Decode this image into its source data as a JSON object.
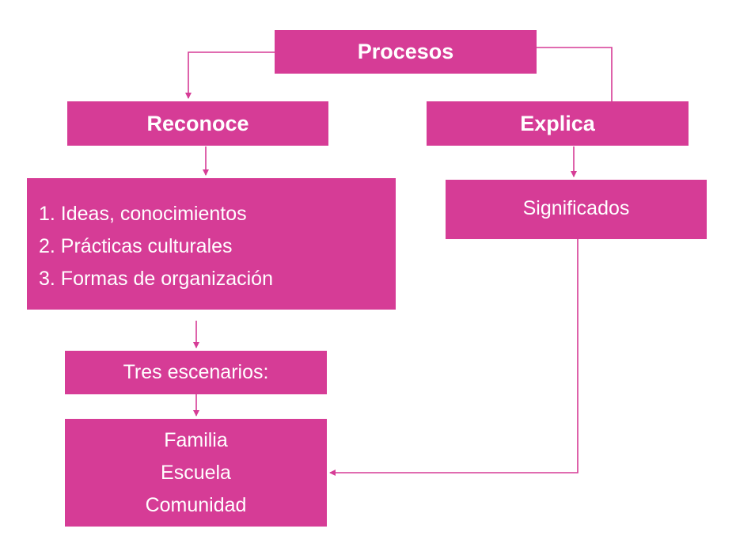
{
  "diagram": {
    "root": {
      "label": "Procesos"
    },
    "left_branch": {
      "label": "Reconoce",
      "items": [
        "1. Ideas, conocimientos",
        "2. Prácticas culturales",
        "3. Formas de organización"
      ],
      "scenarios_label": "Tres escenarios:",
      "scenarios": [
        "Familia",
        "Escuela",
        "Comunidad"
      ]
    },
    "right_branch": {
      "label": "Explica",
      "result": "Significados"
    }
  },
  "colors": {
    "box_fill": "#d63c96",
    "line": "#d63c96",
    "text": "#ffffff"
  }
}
